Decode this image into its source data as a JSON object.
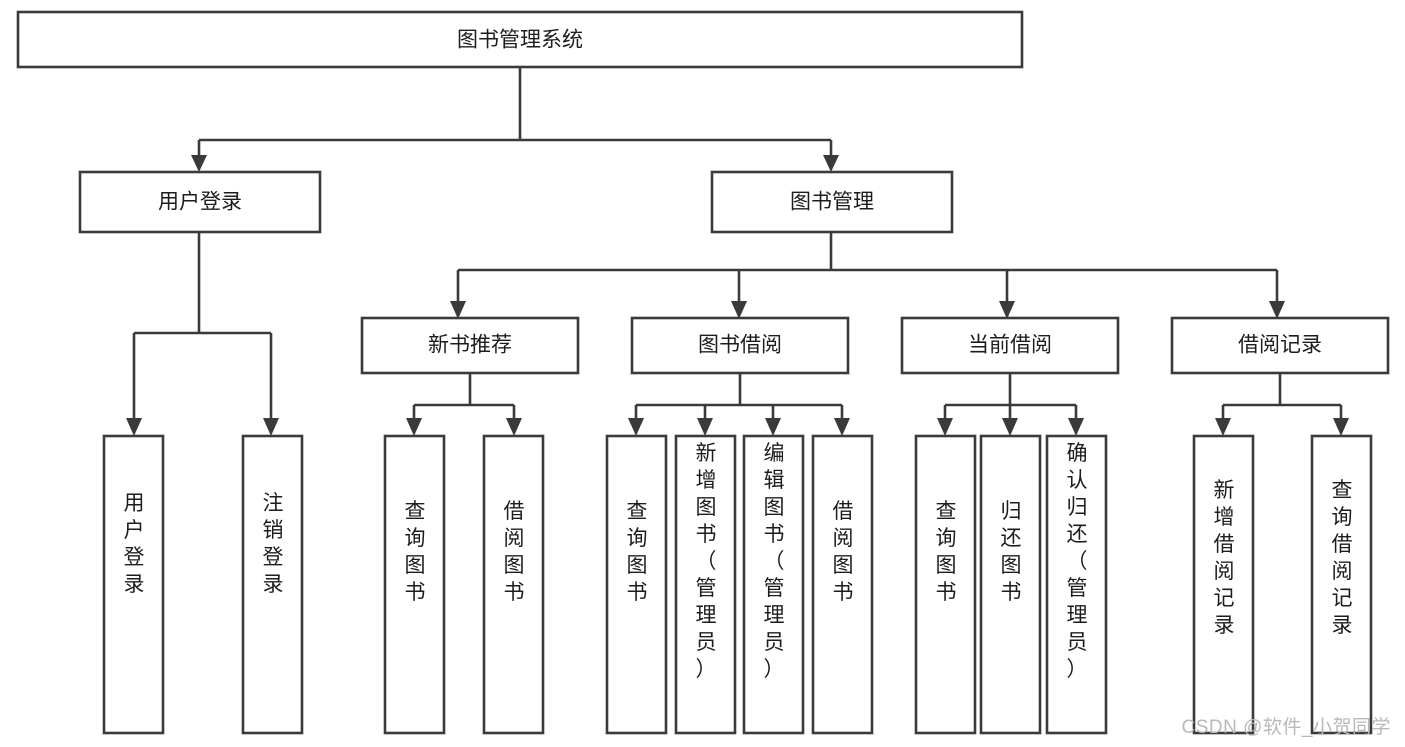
{
  "diagram": {
    "title": "图书管理系统",
    "type": "tree",
    "root": {
      "label": "图书管理系统",
      "orientation": "horizontal"
    },
    "level1": [
      {
        "label": "用户登录",
        "orientation": "horizontal"
      },
      {
        "label": "图书管理",
        "orientation": "horizontal"
      }
    ],
    "level2": [
      {
        "label": "新书推荐",
        "orientation": "horizontal"
      },
      {
        "label": "图书借阅",
        "orientation": "horizontal"
      },
      {
        "label": "当前借阅",
        "orientation": "horizontal"
      },
      {
        "label": "借阅记录",
        "orientation": "horizontal"
      }
    ],
    "leaves": {
      "user_login": [
        {
          "label": "用户登录",
          "orientation": "vertical"
        },
        {
          "label": "注销登录",
          "orientation": "vertical"
        }
      ],
      "new_book_recommend": [
        {
          "label": "查询图书",
          "orientation": "vertical"
        },
        {
          "label": "借阅图书",
          "orientation": "vertical"
        }
      ],
      "book_borrow": [
        {
          "label": "查询图书",
          "orientation": "vertical"
        },
        {
          "label": "新增图书（管理员）",
          "orientation": "vertical"
        },
        {
          "label": "编辑图书（管理员）",
          "orientation": "vertical"
        },
        {
          "label": "借阅图书",
          "orientation": "vertical"
        }
      ],
      "current_borrow": [
        {
          "label": "查询图书",
          "orientation": "vertical"
        },
        {
          "label": "归还图书",
          "orientation": "vertical"
        },
        {
          "label": "确认归还（管理员）",
          "orientation": "vertical"
        }
      ],
      "borrow_record": [
        {
          "label": "新增借阅记录",
          "orientation": "vertical"
        },
        {
          "label": "查询借阅记录",
          "orientation": "vertical"
        }
      ]
    },
    "colors": {
      "box_stroke": "#3a3a3a",
      "box_fill": "#ffffff",
      "text": "#1d1d1d",
      "background": "#ffffff",
      "watermark": "#b9b9b9"
    }
  },
  "watermark": {
    "text": "CSDN @软件_小贺同学"
  }
}
